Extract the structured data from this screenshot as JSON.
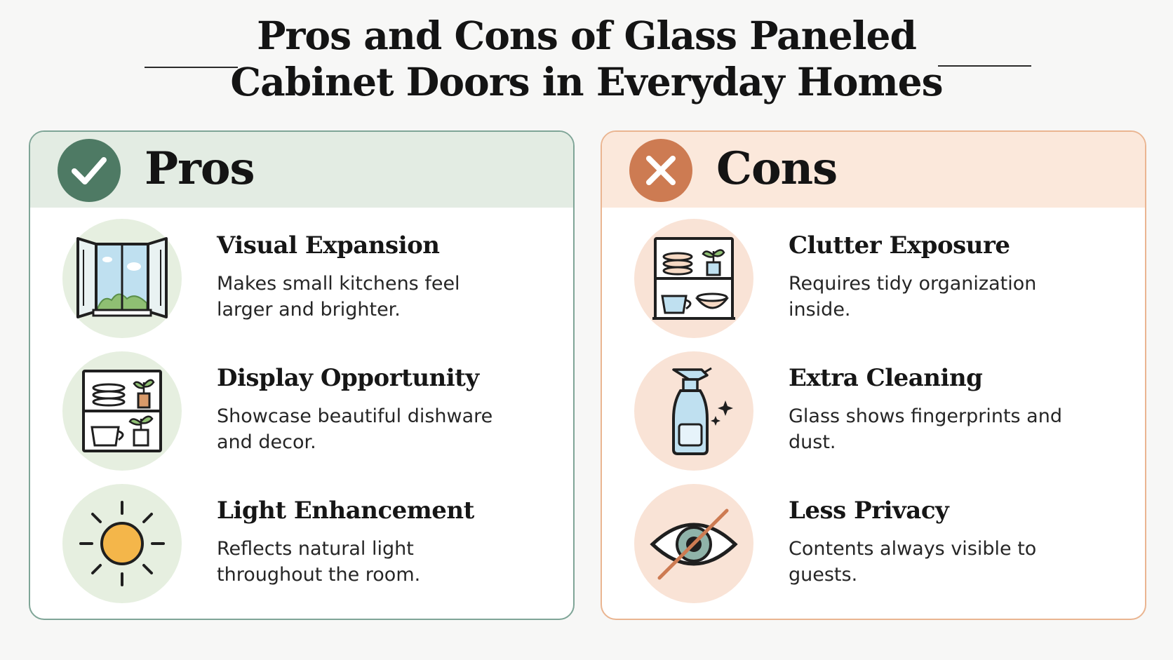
{
  "title": {
    "line1": "Pros and Cons of Glass Paneled",
    "line2": "Cabinet Doors in Everyday Homes"
  },
  "pros": {
    "heading": "Pros",
    "badge_icon": "checkmark-icon",
    "accent": "#4e7a64",
    "items": [
      {
        "title": "Visual Expansion",
        "desc": "Makes small kitchens feel larger and brighter.",
        "icon": "open-window-icon"
      },
      {
        "title": "Display Opportunity",
        "desc": "Showcase beautiful dishware and decor.",
        "icon": "display-shelf-icon"
      },
      {
        "title": "Light Enhancement",
        "desc": "Reflects natural light throughout the room.",
        "icon": "sun-icon"
      }
    ]
  },
  "cons": {
    "heading": "Cons",
    "badge_icon": "x-mark-icon",
    "accent": "#cd7b52",
    "items": [
      {
        "title": "Clutter Exposure",
        "desc": "Requires tidy organization inside.",
        "icon": "cluttered-shelf-icon"
      },
      {
        "title": "Extra Cleaning",
        "desc": "Glass shows fingerprints and dust.",
        "icon": "spray-bottle-icon"
      },
      {
        "title": "Less Privacy",
        "desc": "Contents always visible to guests.",
        "icon": "eye-slash-icon"
      }
    ]
  }
}
